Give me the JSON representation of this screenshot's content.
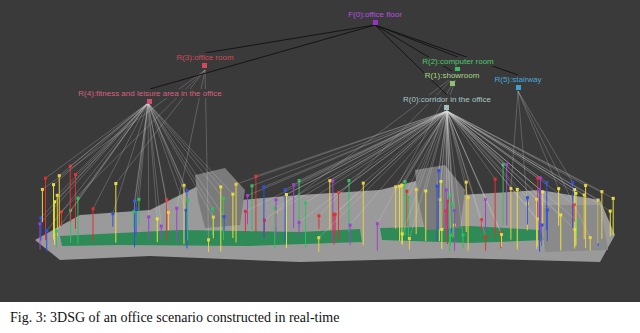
{
  "diagram": {
    "caption": "Fig. 3: 3DSG of an office scenario constructed in real-time",
    "nodes": [
      {
        "text": [
          "F(0):office floor"
        ]
      },
      {
        "text": [
          "R(3):office room"
        ]
      },
      {
        "text": [
          "R(2):computer room"
        ]
      },
      {
        "text": [
          "R(1):showroom"
        ]
      },
      {
        "text": [
          "R(5):stairway"
        ]
      },
      {
        "text": [
          "R(4):fitness and leisure area in the office"
        ]
      },
      {
        "text": [
          "R(0):corridor in the office"
        ]
      }
    ],
    "edges": [
      {
        "from": 0,
        "to": 1,
        "arrow": "none"
      },
      {
        "from": 0,
        "to": 2,
        "arrow": "none"
      },
      {
        "from": 0,
        "to": 3,
        "arrow": "none"
      },
      {
        "from": 0,
        "to": 4,
        "arrow": "none"
      },
      {
        "from": 0,
        "to": 5,
        "arrow": "none"
      },
      {
        "from": 0,
        "to": 6,
        "arrow": "none"
      }
    ]
  }
}
